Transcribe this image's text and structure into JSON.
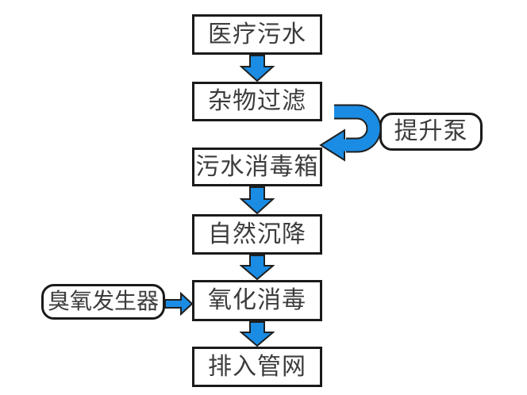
{
  "diagram": {
    "type": "flowchart",
    "background_color": "#ffffff",
    "arrow_fill_color": "#1b8ce3",
    "arrow_outline_color": "#1f1f1f",
    "box_border_color": "#1a1a1a",
    "box_fill_color": "#ffffff",
    "text_color": "#3c3c3c",
    "nodes": [
      {
        "id": "medical-wastewater",
        "label": "医疗污水",
        "shape": "rect"
      },
      {
        "id": "debris-filtration",
        "label": "杂物过滤",
        "shape": "rect"
      },
      {
        "id": "sewage-disinfection-tank",
        "label": "污水消毒箱",
        "shape": "rect"
      },
      {
        "id": "natural-sedimentation",
        "label": "自然沉降",
        "shape": "rect"
      },
      {
        "id": "oxidation-disinfection",
        "label": "氧化消毒",
        "shape": "rect"
      },
      {
        "id": "discharge-pipe-network",
        "label": "排入管网",
        "shape": "rect"
      },
      {
        "id": "lift-pump",
        "label": "提升泵",
        "shape": "rounded"
      },
      {
        "id": "ozone-generator",
        "label": "臭氧发生器",
        "shape": "rounded"
      }
    ],
    "edges": [
      {
        "from": "医疗污水",
        "to": "杂物过滤",
        "style": "block-arrow-down"
      },
      {
        "from": "杂物过滤",
        "to": "污水消毒箱",
        "style": "u-turn-right-arrow",
        "via": "提升泵"
      },
      {
        "from": "污水消毒箱",
        "to": "自然沉降",
        "style": "block-arrow-down"
      },
      {
        "from": "自然沉降",
        "to": "氧化消毒",
        "style": "block-arrow-down"
      },
      {
        "from": "臭氧发生器",
        "to": "氧化消毒",
        "style": "block-arrow-right"
      },
      {
        "from": "氧化消毒",
        "to": "排入管网",
        "style": "block-arrow-down"
      }
    ]
  }
}
